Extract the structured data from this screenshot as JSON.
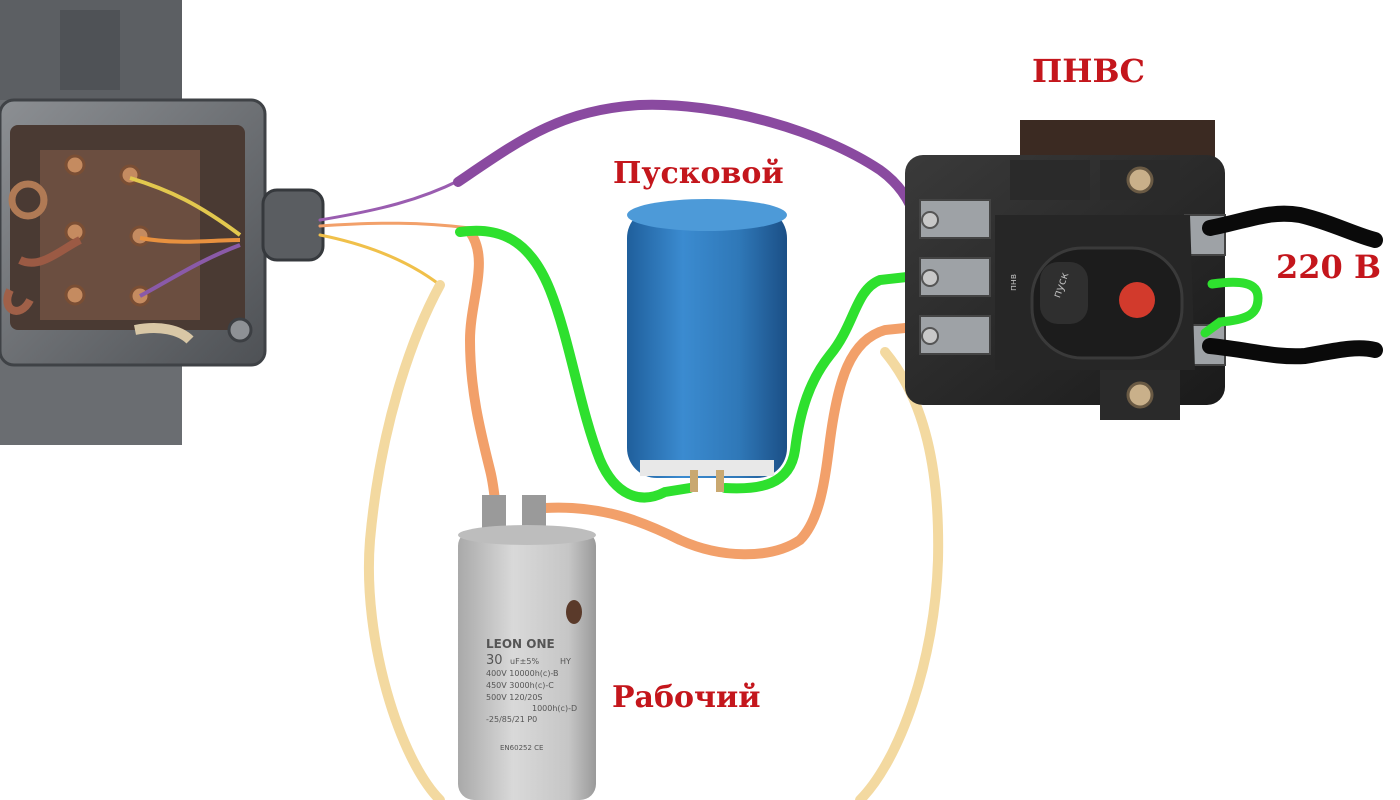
{
  "labels": {
    "switch": "ПНВС",
    "start_capacitor": "Пусковой",
    "run_capacitor": "Рабочий",
    "voltage": "220 В"
  },
  "switch_markings": {
    "start_button": "пуск",
    "mini_label": "пнв"
  },
  "run_capacitor_markings": {
    "brand": "LEON ONE",
    "capacitance": "30",
    "unit": "uF±5%",
    "series": "HY",
    "line1": "400V 10000h(c)-B",
    "line2": "450V 3000h(c)-C",
    "line3": "500V 120/20S",
    "line4": "1000h(c)-D",
    "line5": "-25/85/21 P0",
    "standard": "EN60252 CE"
  },
  "colors": {
    "label_red": "#c4161c",
    "wire_purple": "#8a4aa0",
    "wire_green": "#2ee02e",
    "wire_orange": "#f2a06a",
    "wire_pale": "#f3d9a0",
    "wire_black": "#0a0a0a",
    "start_cap_blue": "#2f78b8",
    "run_cap_grey": "#cfcfcf"
  },
  "icons": [
    "motor-terminal-box",
    "start-capacitor",
    "run-capacitor",
    "pnvs-switch"
  ]
}
